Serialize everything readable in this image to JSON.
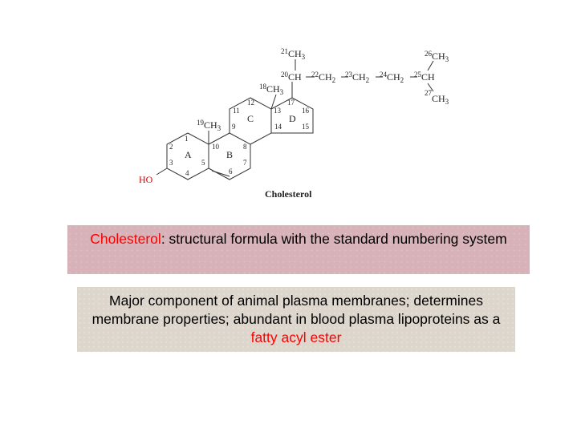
{
  "structure": {
    "name": "Cholesterol",
    "hydroxyl": "HO",
    "hydroxyl_color": "#cc0000",
    "methyl": "CH",
    "methyl_sub": "3",
    "methine": "CH",
    "methylene": "CH",
    "methylene_sub": "2",
    "rings": {
      "a": "A",
      "b": "B",
      "c": "C",
      "d": "D"
    },
    "numbers": {
      "n1": "1",
      "n2": "2",
      "n3": "3",
      "n4": "4",
      "n5": "5",
      "n6": "6",
      "n7": "7",
      "n8": "8",
      "n9": "9",
      "n10": "10",
      "n11": "11",
      "n12": "12",
      "n13": "13",
      "n14": "14",
      "n15": "15",
      "n16": "16",
      "n17": "17",
      "n18": "18",
      "n19": "19",
      "n20": "20",
      "n21": "21",
      "n22": "22",
      "n23": "23",
      "n24": "24",
      "n25": "25",
      "n26": "26",
      "n27": "27"
    }
  },
  "caption": {
    "highlight": "Cholesterol",
    "text": ":  structural formula with the standard numbering system",
    "highlight_color": "#ff0000",
    "box_color": "#d7b2b8"
  },
  "description": {
    "text": "Major component of animal plasma membranes; determines membrane properties; abundant in blood plasma lipoproteins as a ",
    "highlight": "fatty acyl ester",
    "highlight_color": "#ff0000",
    "box_color": "#ddd6cc"
  }
}
